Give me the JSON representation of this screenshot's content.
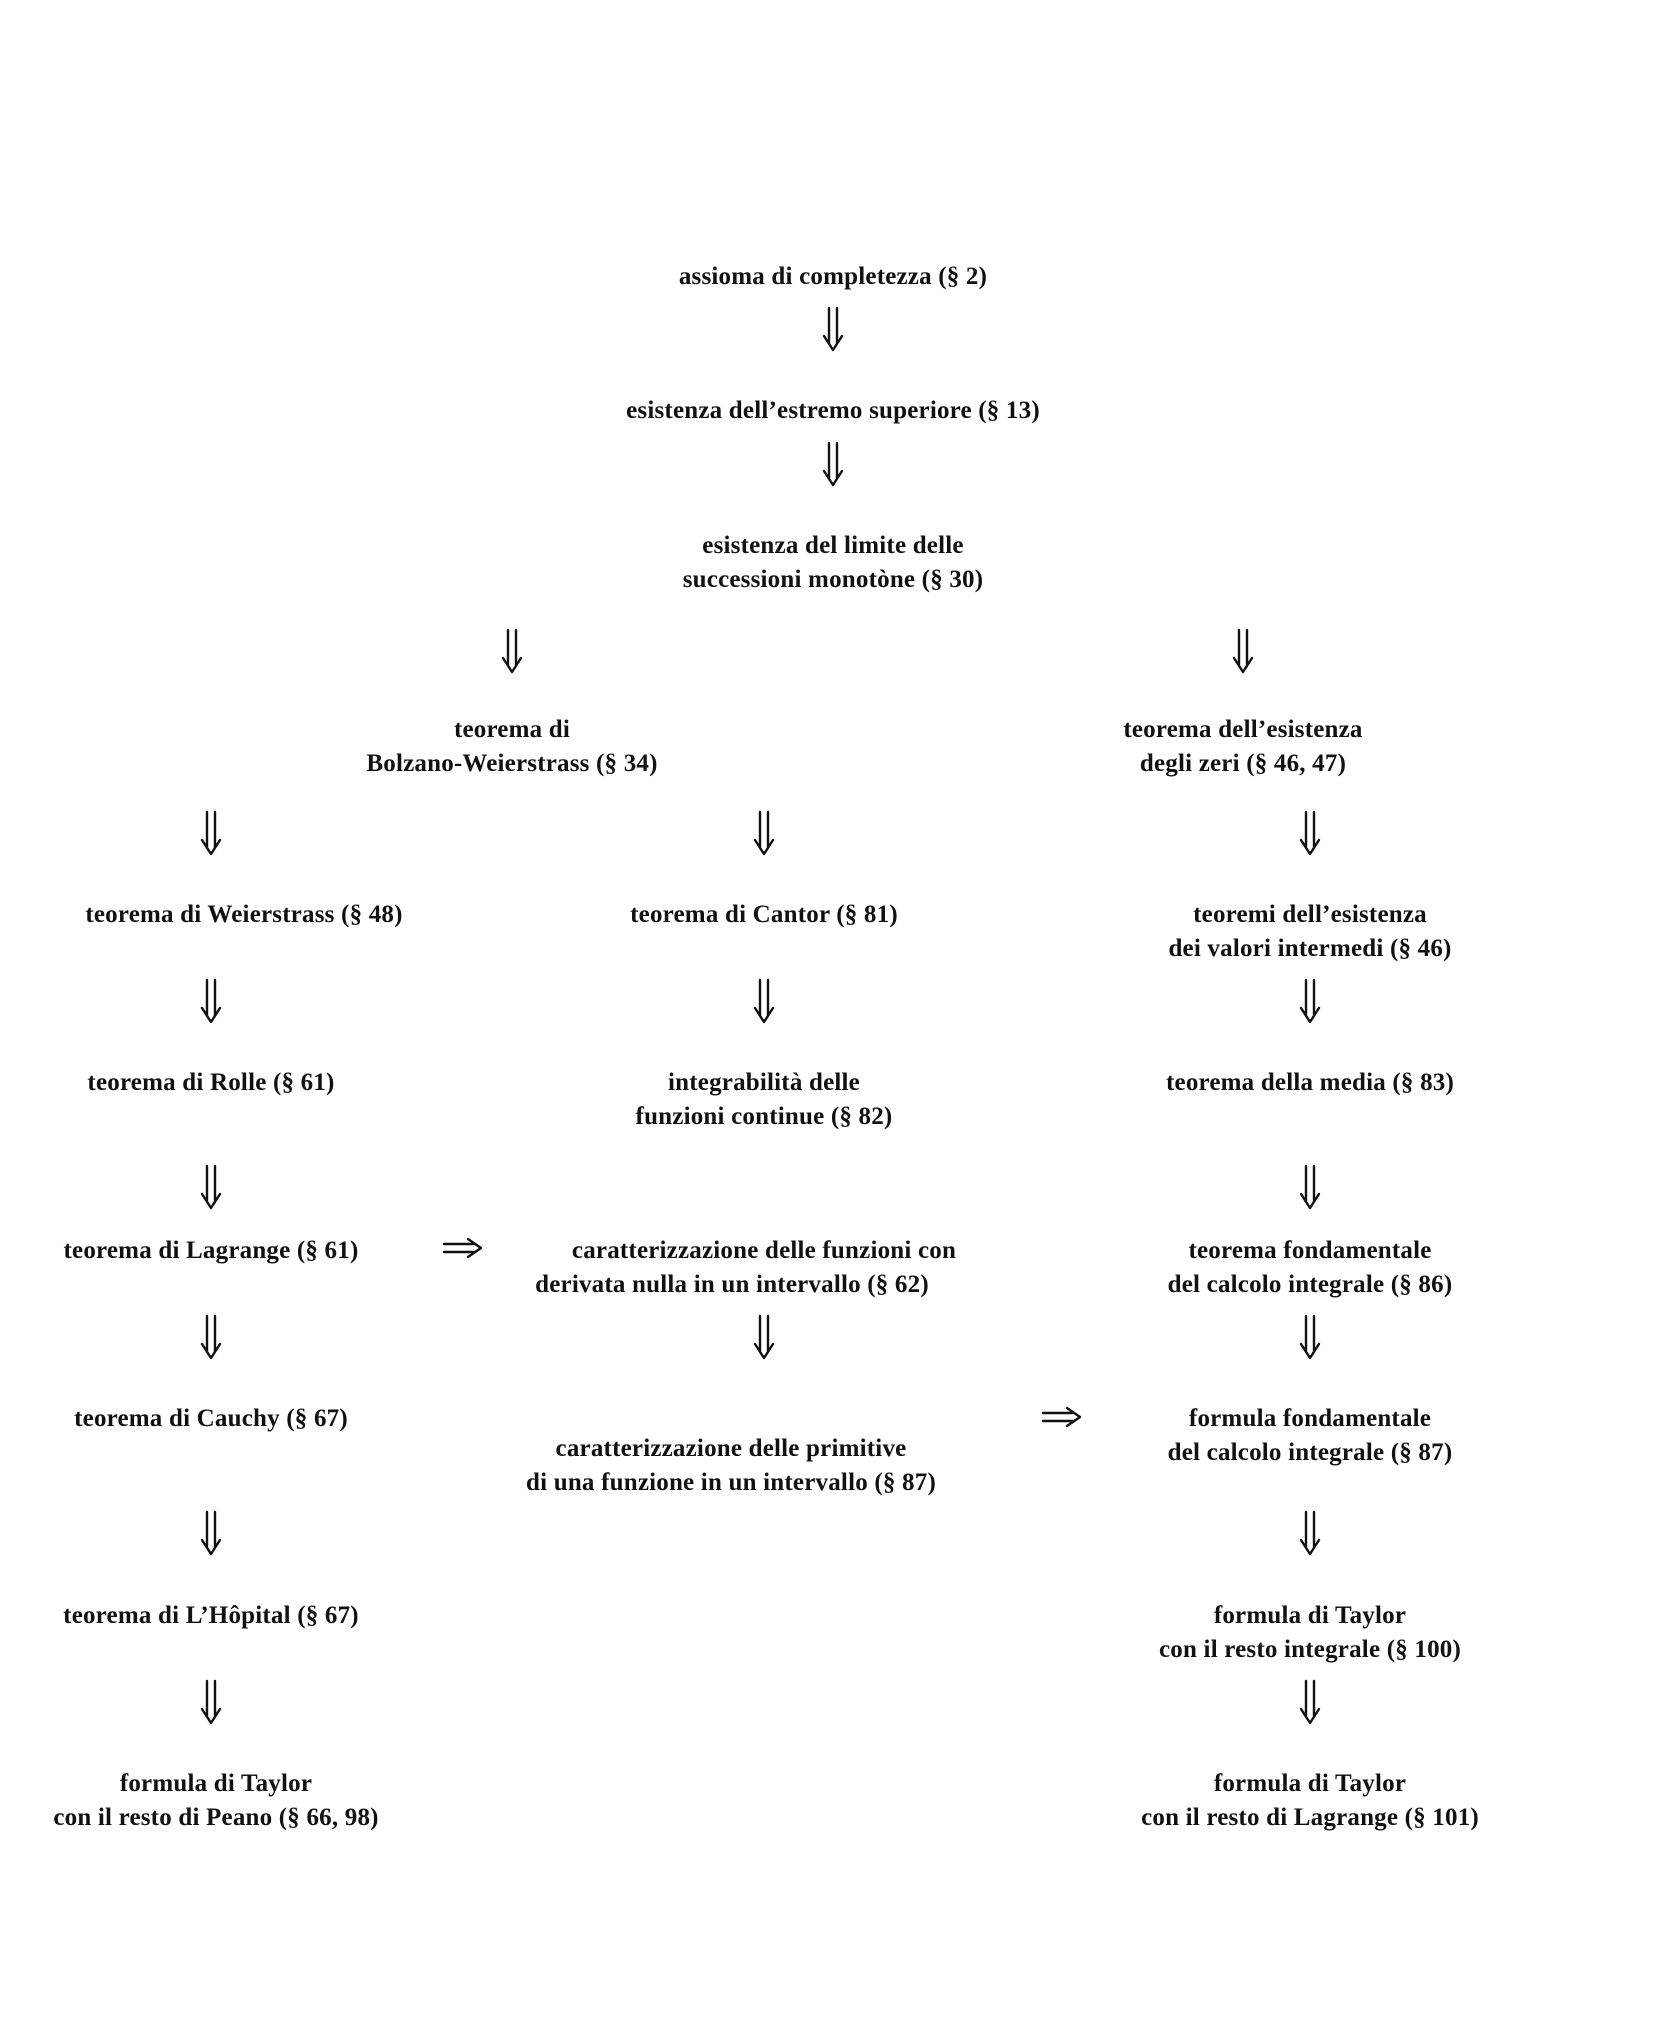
{
  "nodes": {
    "assioma": {
      "lines": [
        "assioma di completezza (§ 2)"
      ]
    },
    "estremo": {
      "lines": [
        "esistenza dell’estremo superiore (§ 13)"
      ]
    },
    "limite": {
      "lines": [
        "esistenza del limite delle",
        "successioni monotòne (§ 30)"
      ]
    },
    "bolzano": {
      "lines": [
        "teorema di",
        "Bolzano-Weierstrass (§ 34)"
      ]
    },
    "zeri": {
      "lines": [
        "teorema dell’esistenza",
        "degli zeri (§ 46, 47)"
      ]
    },
    "weierstrass": {
      "lines": [
        "teorema di Weierstrass (§ 48)"
      ]
    },
    "cantor": {
      "lines": [
        "teorema di Cantor (§ 81)"
      ]
    },
    "valori": {
      "lines": [
        "teoremi dell’esistenza",
        "dei valori intermedi (§ 46)"
      ]
    },
    "rolle": {
      "lines": [
        "teorema di Rolle (§ 61)"
      ]
    },
    "integrabilita": {
      "lines": [
        "integrabilità delle",
        "funzioni continue (§ 82)"
      ]
    },
    "media": {
      "lines": [
        "teorema della media (§ 83)"
      ]
    },
    "lagrange": {
      "lines": [
        "teorema di Lagrange (§ 61)"
      ]
    },
    "derivata": {
      "lines": [
        "caratterizzazione delle funzioni con",
        "derivata nulla in un intervallo (§ 62)"
      ]
    },
    "fondamentale_t": {
      "lines": [
        "teorema fondamentale",
        "del calcolo integrale (§ 86)"
      ]
    },
    "cauchy": {
      "lines": [
        "teorema di Cauchy (§ 67)"
      ]
    },
    "primitive": {
      "lines": [
        "caratterizzazione delle primitive",
        "di una funzione in un intervallo (§ 87)"
      ]
    },
    "fondamentale_f": {
      "lines": [
        "formula fondamentale",
        "del calcolo integrale (§ 87)"
      ]
    },
    "hopital": {
      "lines": [
        "teorema di L’Hôpital (§ 67)"
      ]
    },
    "taylor_int": {
      "lines": [
        "formula di Taylor",
        "con il resto integrale (§ 100)"
      ]
    },
    "taylor_peano": {
      "lines": [
        "formula di Taylor",
        "con il resto di Peano (§ 66, 98)"
      ]
    },
    "taylor_lagrange": {
      "lines": [
        "formula di Taylor",
        "con il resto di Lagrange (§ 101)"
      ]
    }
  },
  "edges": [
    {
      "from": "assioma",
      "to": "estremo",
      "kind": "implies-down"
    },
    {
      "from": "estremo",
      "to": "limite",
      "kind": "implies-down"
    },
    {
      "from": "limite",
      "to": "bolzano",
      "kind": "implies-down"
    },
    {
      "from": "limite",
      "to": "zeri",
      "kind": "implies-down"
    },
    {
      "from": "bolzano",
      "to": "weierstrass",
      "kind": "implies-down"
    },
    {
      "from": "bolzano",
      "to": "cantor",
      "kind": "implies-down"
    },
    {
      "from": "zeri",
      "to": "valori",
      "kind": "implies-down"
    },
    {
      "from": "weierstrass",
      "to": "rolle",
      "kind": "implies-down"
    },
    {
      "from": "cantor",
      "to": "integrabilita",
      "kind": "implies-down"
    },
    {
      "from": "valori",
      "to": "media",
      "kind": "implies-down"
    },
    {
      "from": "rolle",
      "to": "lagrange",
      "kind": "implies-down"
    },
    {
      "from": "media",
      "to": "fondamentale_t",
      "kind": "implies-down"
    },
    {
      "from": "lagrange",
      "to": "derivata",
      "kind": "implies-right"
    },
    {
      "from": "lagrange",
      "to": "cauchy",
      "kind": "implies-down"
    },
    {
      "from": "derivata",
      "to": "primitive",
      "kind": "implies-down"
    },
    {
      "from": "fondamentale_t",
      "to": "fondamentale_f",
      "kind": "implies-down"
    },
    {
      "from": "primitive",
      "to": "fondamentale_f",
      "kind": "implies-right"
    },
    {
      "from": "cauchy",
      "to": "hopital",
      "kind": "implies-down"
    },
    {
      "from": "fondamentale_f",
      "to": "taylor_int",
      "kind": "implies-down"
    },
    {
      "from": "hopital",
      "to": "taylor_peano",
      "kind": "implies-down"
    },
    {
      "from": "taylor_int",
      "to": "taylor_lagrange",
      "kind": "implies-down"
    }
  ]
}
